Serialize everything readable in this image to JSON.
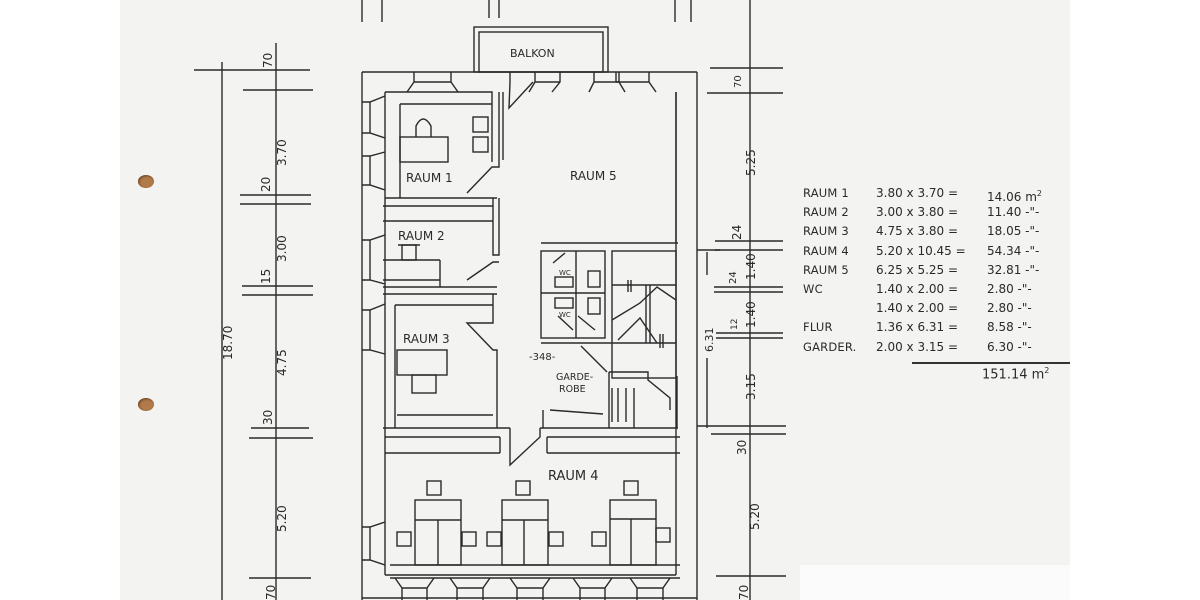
{
  "drawing": {
    "balcony_label": "BALKON",
    "rooms": [
      {
        "id": "raum1",
        "label": "RAUM 1"
      },
      {
        "id": "raum2",
        "label": "RAUM 2"
      },
      {
        "id": "raum3",
        "label": "RAUM 3"
      },
      {
        "id": "raum4",
        "label": "RAUM 4"
      },
      {
        "id": "raum5",
        "label": "RAUM 5"
      },
      {
        "id": "wc1",
        "label": "WC"
      },
      {
        "id": "wc2",
        "label": "WC"
      },
      {
        "id": "garderobe",
        "label_line1": "GARDE-",
        "label_line2": "ROBE"
      }
    ],
    "corridor_dimension": "-348-",
    "left_dimensions": {
      "overall": "18.70",
      "segments": [
        "70",
        "3.70",
        "20",
        "3.00",
        "15",
        "4.75",
        "30",
        "5.20",
        "70"
      ]
    },
    "right_dimensions": {
      "segments": [
        "70",
        "5.25",
        "24",
        "1.40",
        "24",
        "1.40",
        "12",
        "3.15",
        "30",
        "5.20",
        "70"
      ],
      "flur_length": "6.31"
    }
  },
  "area_table": {
    "rows": [
      {
        "name": "RAUM 1",
        "dims": "3.80 x 3.70 =",
        "area": "14.06",
        "unit": "m",
        "unit_sup": "2"
      },
      {
        "name": "RAUM 2",
        "dims": "3.00 x 3.80 =",
        "area": "11.40 -\"-"
      },
      {
        "name": "RAUM 3",
        "dims": "4.75 x 3.80 =",
        "area": "18.05 -\"-"
      },
      {
        "name": "RAUM 4",
        "dims": "5.20 x 10.45 =",
        "area": "54.34 -\"-"
      },
      {
        "name": "RAUM 5",
        "dims": "6.25 x 5.25 =",
        "area": "32.81 -\"-"
      },
      {
        "name": "WC",
        "dims": "1.40 x 2.00 =",
        "area": "2.80 -\"-"
      },
      {
        "name": "",
        "dims": "1.40 x 2.00 =",
        "area": "2.80 -\"-"
      },
      {
        "name": "FLUR",
        "dims": "1.36 x 6.31 =",
        "area": "8.58 -\"-"
      },
      {
        "name": "GARDER.",
        "dims": "2.00 x 3.15 =",
        "area": "6.30 -\"-"
      }
    ],
    "total": "151.14 m",
    "total_sup": "2"
  },
  "colors": {
    "paper": "#f3f3f2",
    "ink": "#2a2a2a",
    "punch_hole": "#b07a4a"
  }
}
